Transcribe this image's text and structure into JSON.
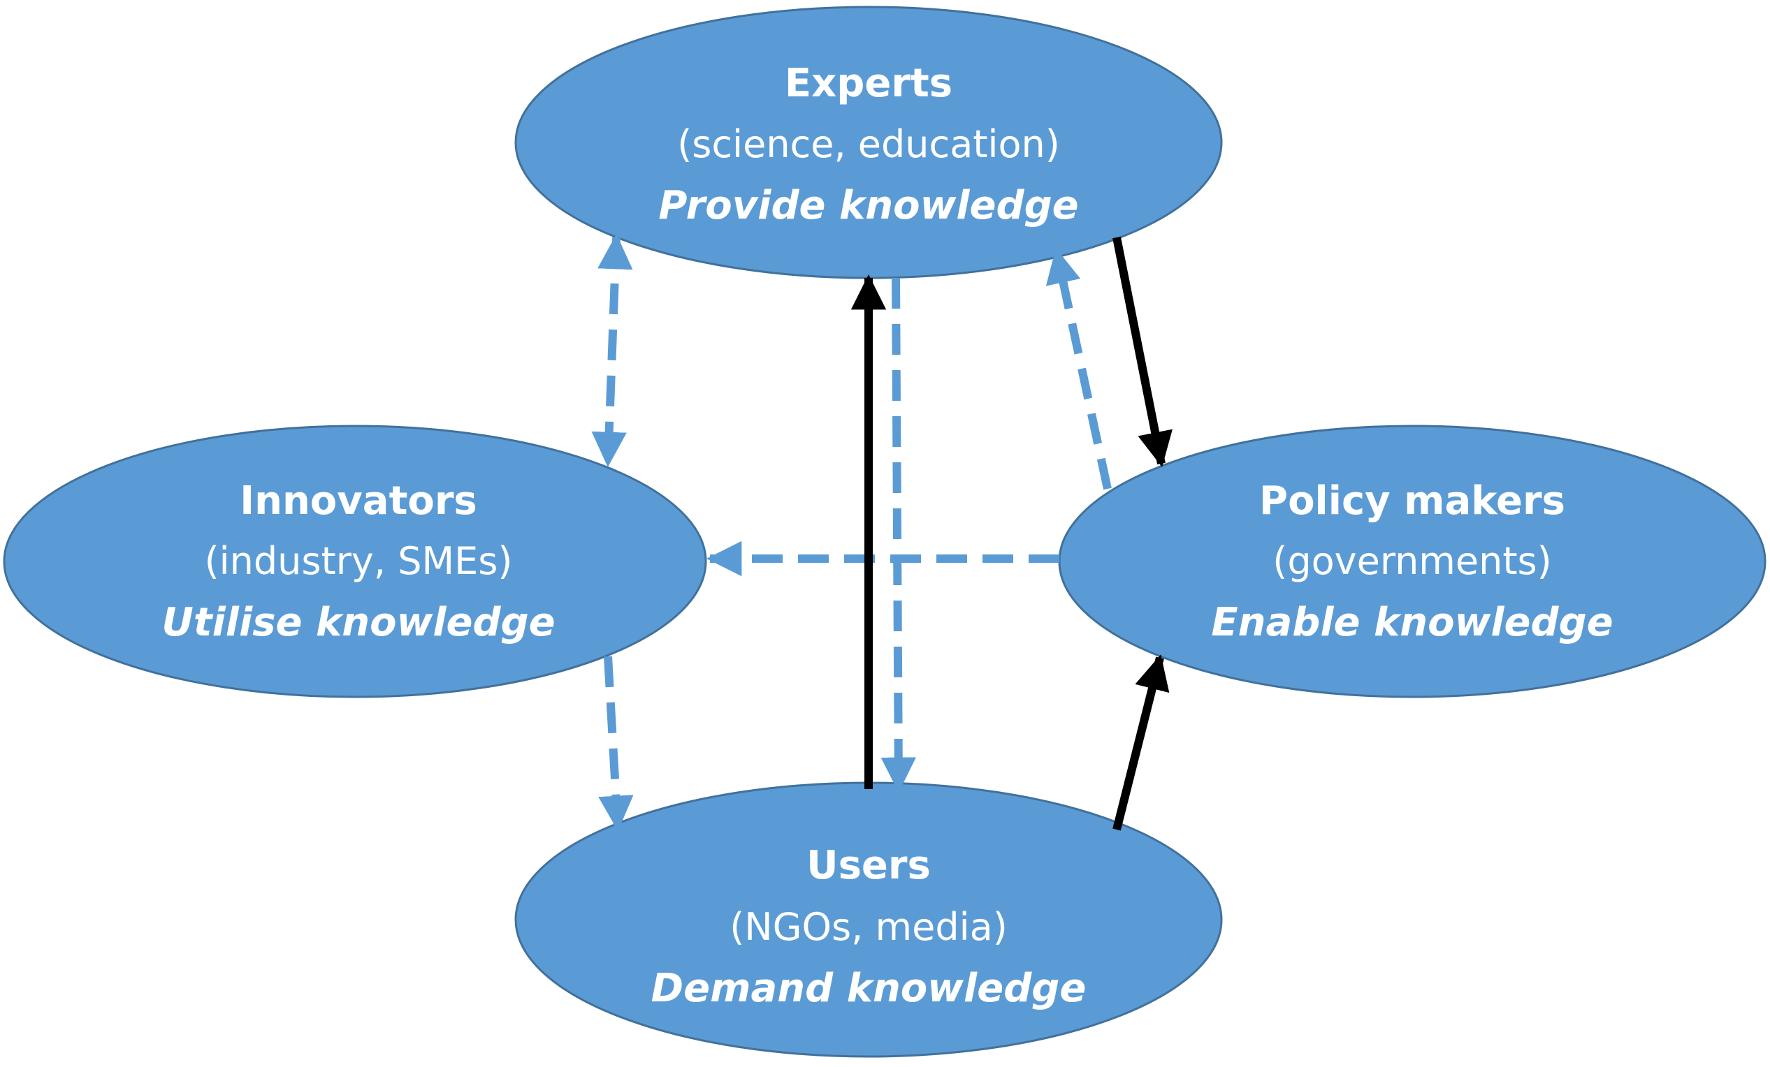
{
  "colors": {
    "node_fill": "#5b9bd5",
    "node_text": "#ffffff",
    "dashed_arrow": "#5b9bd5",
    "solid_arrow": "#000000"
  },
  "nodes": {
    "experts": {
      "title": "Experts",
      "subtitle": "(science, education)",
      "role": "Provide knowledge"
    },
    "innovators": {
      "title": "Innovators",
      "subtitle": "(industry, SMEs)",
      "role": "Utilise knowledge"
    },
    "policy_makers": {
      "title": "Policy makers",
      "subtitle": "(governments)",
      "role": "Enable knowledge"
    },
    "users": {
      "title": "Users",
      "subtitle": "(NGOs, media)",
      "role": "Demand knowledge"
    }
  },
  "edges": [
    {
      "from": "experts",
      "to": "innovators",
      "style": "dashed",
      "bidirectional": true
    },
    {
      "from": "experts",
      "to": "users",
      "style": "dashed",
      "bidirectional": false
    },
    {
      "from": "policy_makers",
      "to": "experts",
      "style": "dashed",
      "bidirectional": false
    },
    {
      "from": "policy_makers",
      "to": "innovators",
      "style": "dashed",
      "bidirectional": false
    },
    {
      "from": "innovators",
      "to": "users",
      "style": "dashed",
      "bidirectional": false
    },
    {
      "from": "users",
      "to": "experts",
      "style": "solid",
      "bidirectional": false
    },
    {
      "from": "experts",
      "to": "policy_makers",
      "style": "solid",
      "bidirectional": false
    },
    {
      "from": "users",
      "to": "policy_makers",
      "style": "solid",
      "bidirectional": false
    }
  ]
}
